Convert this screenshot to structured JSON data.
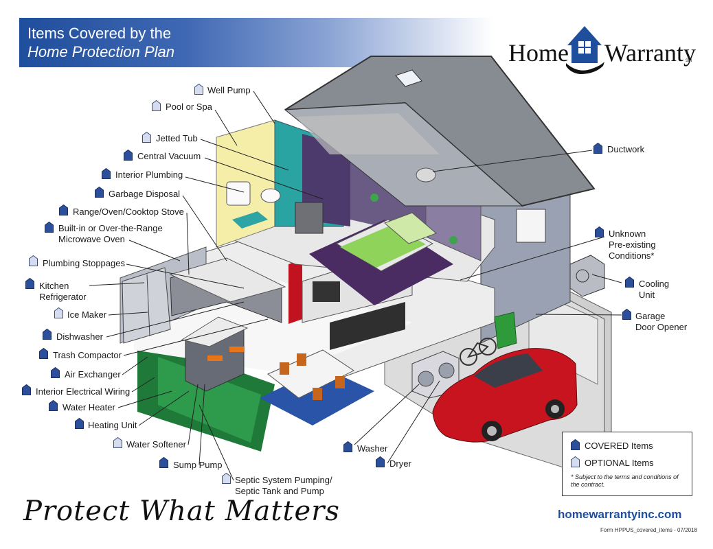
{
  "title": {
    "line1": "Items Covered by the",
    "line2": "Home Protection Plan"
  },
  "brand": {
    "word1": "Home",
    "word2": "Warranty",
    "mark": "SM"
  },
  "colors": {
    "covered": "#2b4f9a",
    "optional": "#d6dcef",
    "banner": "#1f4e9c"
  },
  "labels": {
    "well_pump": "Well Pump",
    "pool_or_spa": "Pool or Spa",
    "jetted_tub": "Jetted Tub",
    "central_vacuum": "Central Vacuum",
    "interior_plumbing": "Interior Plumbing",
    "garbage_disposal": "Garbage Disposal",
    "range_oven": "Range/Oven/Cooktop Stove",
    "microwave_l1": "Built-in or Over-the-Range",
    "microwave_l2": "Microwave Oven",
    "plumbing_stoppages": "Plumbing Stoppages",
    "kitchen_l1": "Kitchen",
    "kitchen_l2": "Refrigerator",
    "ice_maker": "Ice Maker",
    "dishwasher": "Dishwasher",
    "trash_compactor": "Trash Compactor",
    "air_exchanger": "Air Exchanger",
    "interior_electrical": "Interior Electrical Wiring",
    "water_heater": "Water Heater",
    "heating_unit": "Heating Unit",
    "water_softener": "Water Softener",
    "sump_pump": "Sump Pump",
    "septic_l1": "Septic System Pumping/",
    "septic_l2": "Septic Tank and Pump",
    "washer": "Washer",
    "dryer": "Dryer",
    "ductwork": "Ductwork",
    "unknown_l1": "Unknown",
    "unknown_l2": "Pre-existing",
    "unknown_l3": "Conditions*",
    "cooling_l1": "Cooling",
    "cooling_l2": "Unit",
    "garage_l1": "Garage",
    "garage_l2": "Door Opener"
  },
  "legend": {
    "covered": "COVERED Items",
    "optional": "OPTIONAL Items",
    "note": "* Subject to the terms and conditions of the contract."
  },
  "tagline": "Protect What Matters",
  "url": "homewarrantyinc.com",
  "form_id": "Form HPPUS_covered_items - 07/2018"
}
